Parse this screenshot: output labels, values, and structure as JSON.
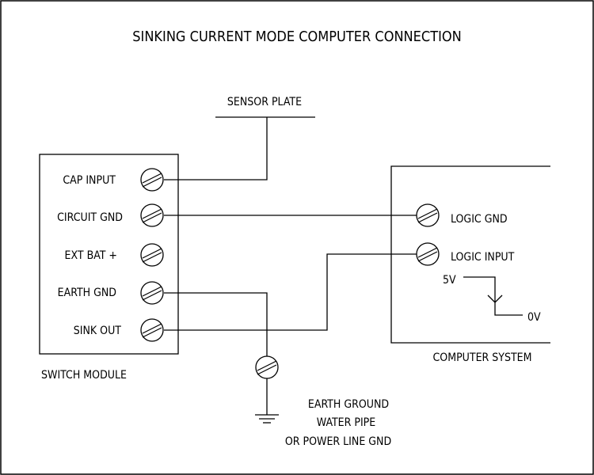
{
  "title": "SINKING CURRENT MODE COMPUTER CONNECTION",
  "sensor_plate_label": "SENSOR PLATE",
  "switch_module": {
    "label": "SWITCH MODULE",
    "terminals": [
      {
        "label": "CAP INPUT"
      },
      {
        "label": "CIRCUIT GND"
      },
      {
        "label": "EXT BAT +"
      },
      {
        "label": "EARTH GND"
      },
      {
        "label": "SINK OUT"
      }
    ]
  },
  "computer_system": {
    "label": "COMPUTER SYSTEM",
    "terminals": [
      {
        "label": "LOGIC GND"
      },
      {
        "label": "LOGIC INPUT"
      }
    ],
    "level_high_label": "5V",
    "level_low_label": "0V"
  },
  "earth_ground": {
    "lines": [
      "EARTH GROUND",
      "WATER PIPE",
      "OR POWER LINE GND"
    ]
  },
  "colors": {
    "line": "#000000",
    "background": "#ffffff"
  }
}
